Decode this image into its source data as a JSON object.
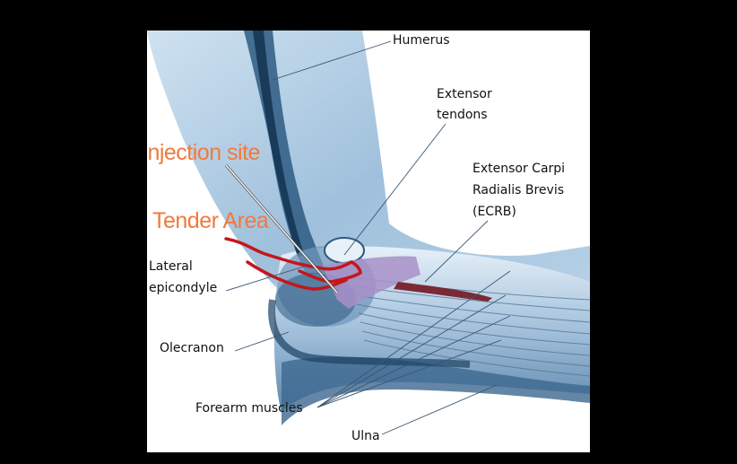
{
  "labels": {
    "humerus": "Humerus",
    "extensor_tendons_1": "Extensor",
    "extensor_tendons_2": "tendons",
    "ecrb_1": "Extensor Carpi",
    "ecrb_2": "Radialis Brevis",
    "ecrb_3": "(ECRB)",
    "lateral_epicondyle_1": "Lateral",
    "lateral_epicondyle_2": "epicondyle",
    "olecranon": "Olecranon",
    "forearm_muscles": "Forearm muscles",
    "ulna": "Ulna",
    "injection_site": "Injection site",
    "tender_area": "Tender Area"
  },
  "colors": {
    "background": "#000000",
    "panel": "#ffffff",
    "skin_blue": "#aac8e0",
    "bone_blue": "#2d5a80",
    "annotation_orange": "#f07a3c",
    "tender_red": "#c4161c",
    "tendon_purple": "#a890c8"
  }
}
